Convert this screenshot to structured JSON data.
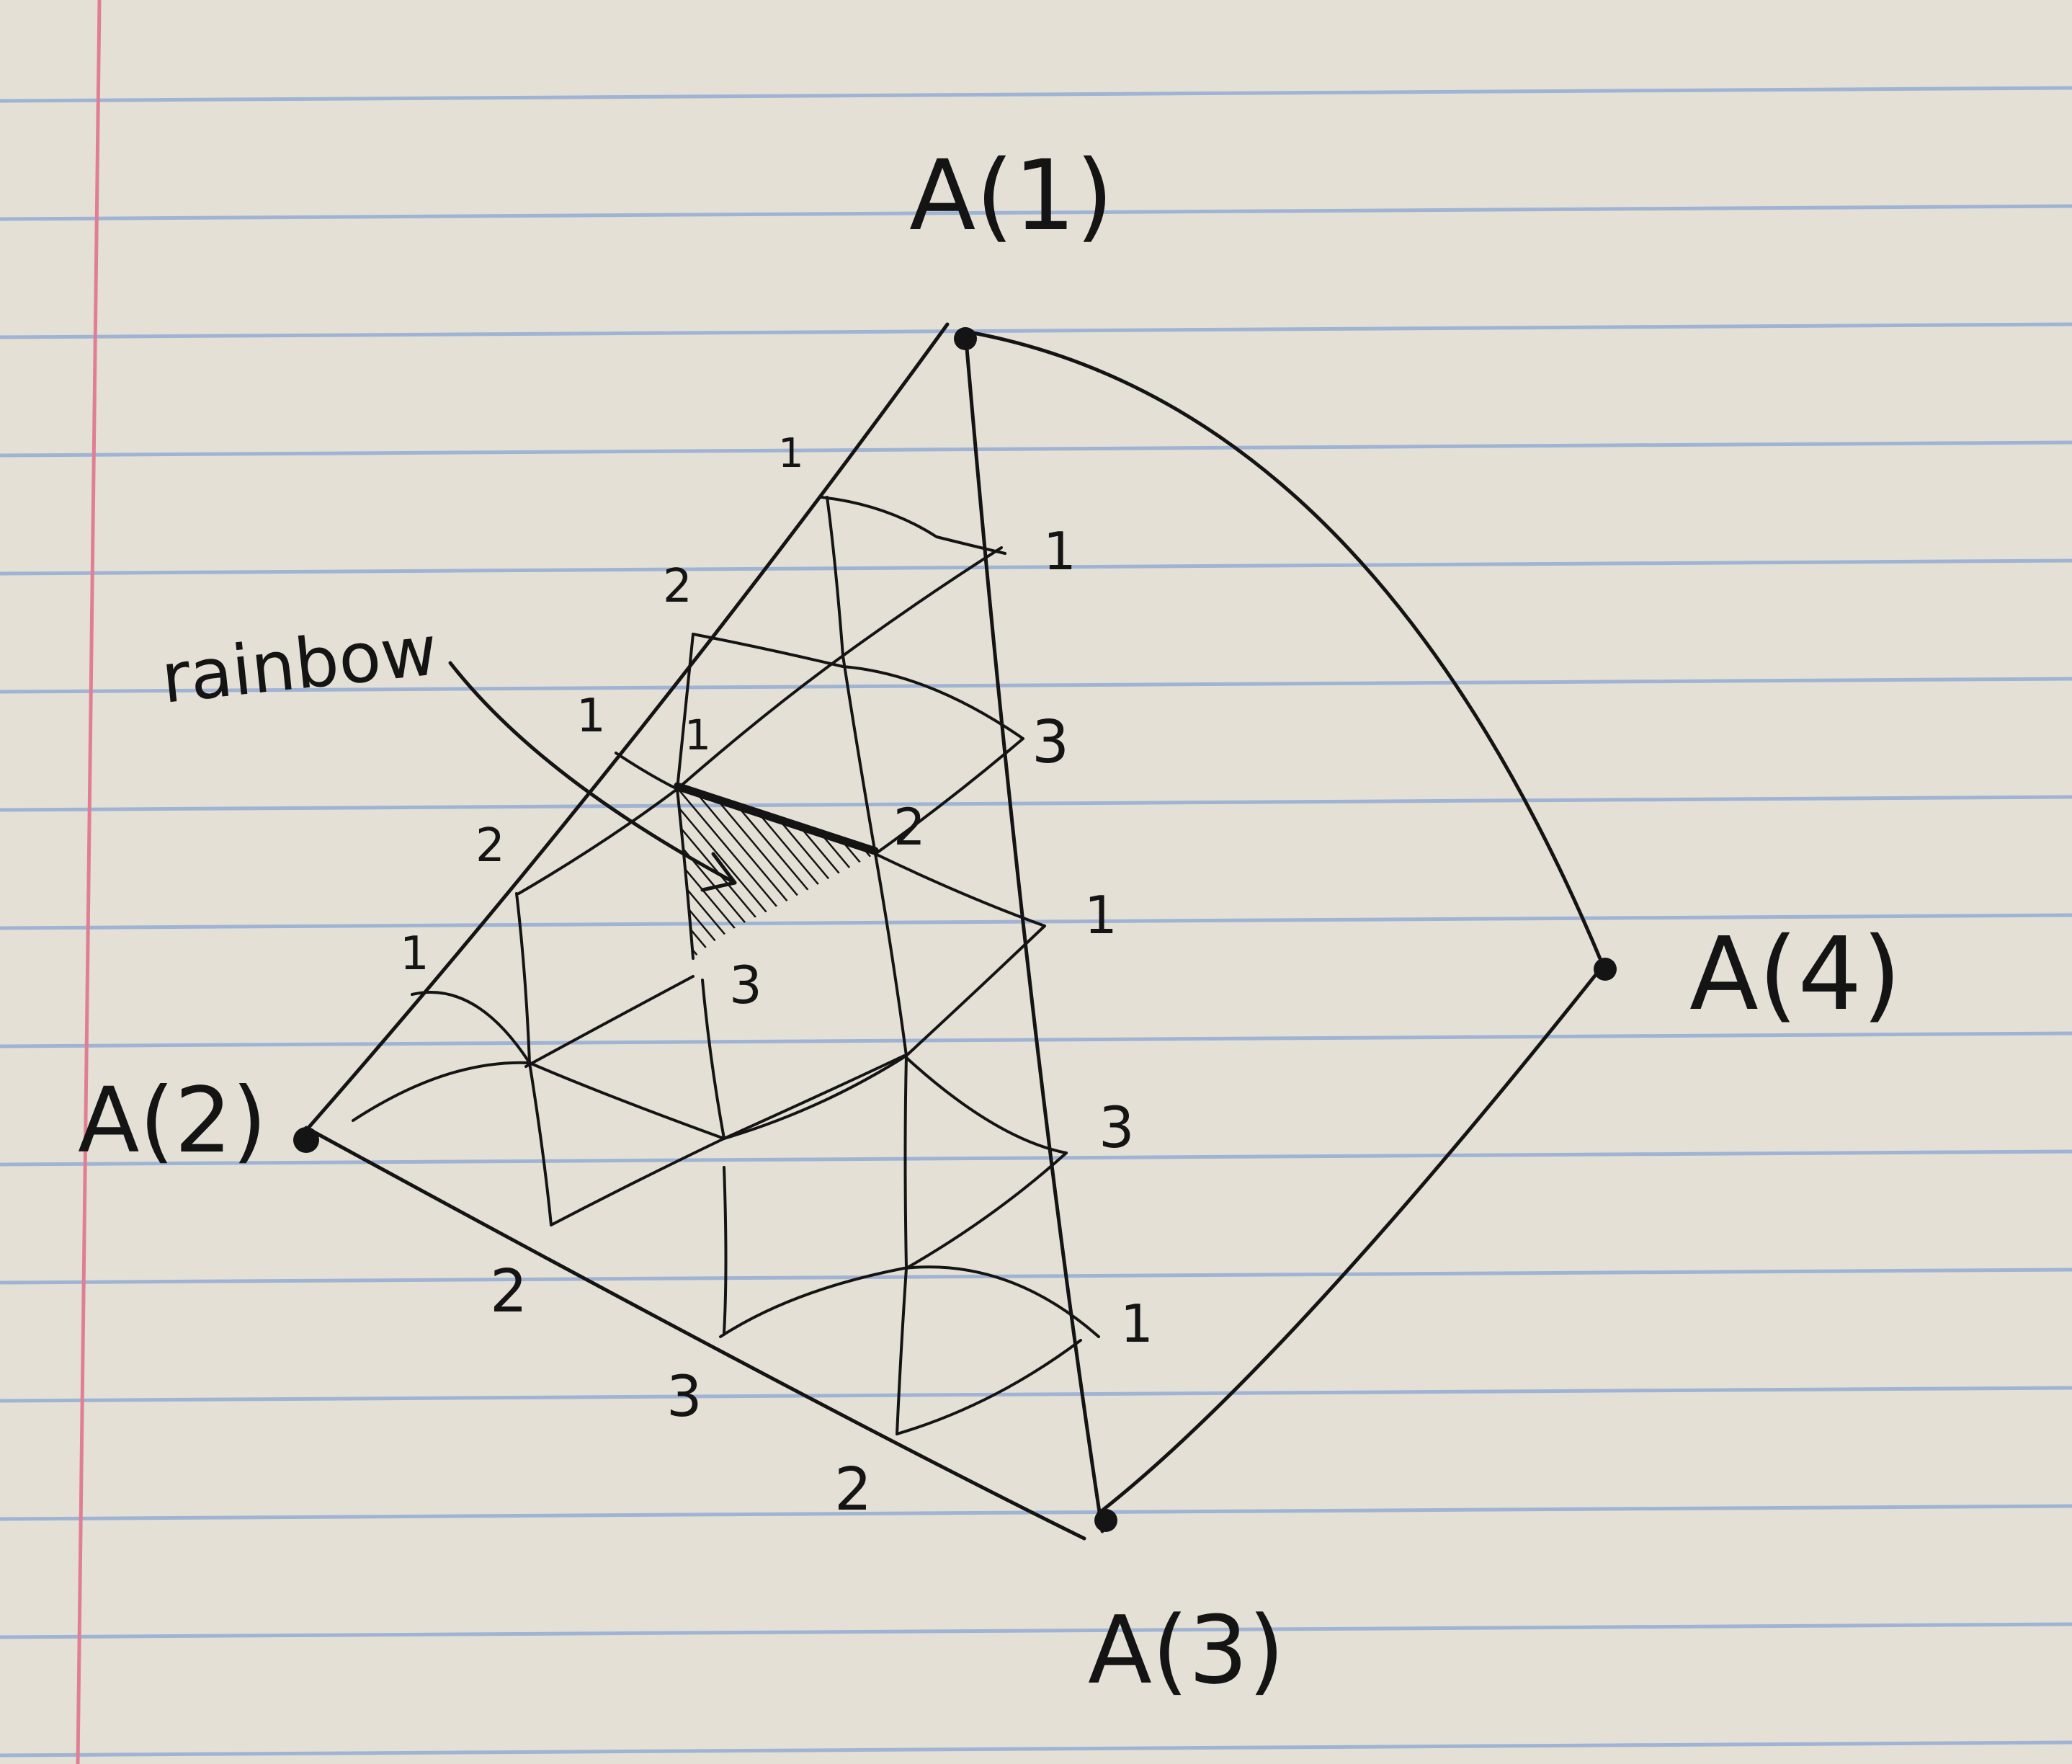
{
  "vertices": {
    "a1": "A(1)",
    "a2": "A(2)",
    "a3": "A(3)",
    "a4": "A(4)"
  },
  "annotation": "rainbow",
  "edge_labels": {
    "left": [
      "1",
      "2",
      "1",
      "2",
      "1"
    ],
    "right": [
      "1",
      "3",
      "1",
      "3",
      "1"
    ],
    "bottom": [
      "2",
      "3",
      "2"
    ]
  },
  "interior_labels": [
    "1",
    "2",
    "3"
  ],
  "colors": {
    "paper": "#e4e0d5",
    "ruled_line": "#9fb3d4",
    "margin_line": "#e07f93",
    "ink": "#141414"
  }
}
